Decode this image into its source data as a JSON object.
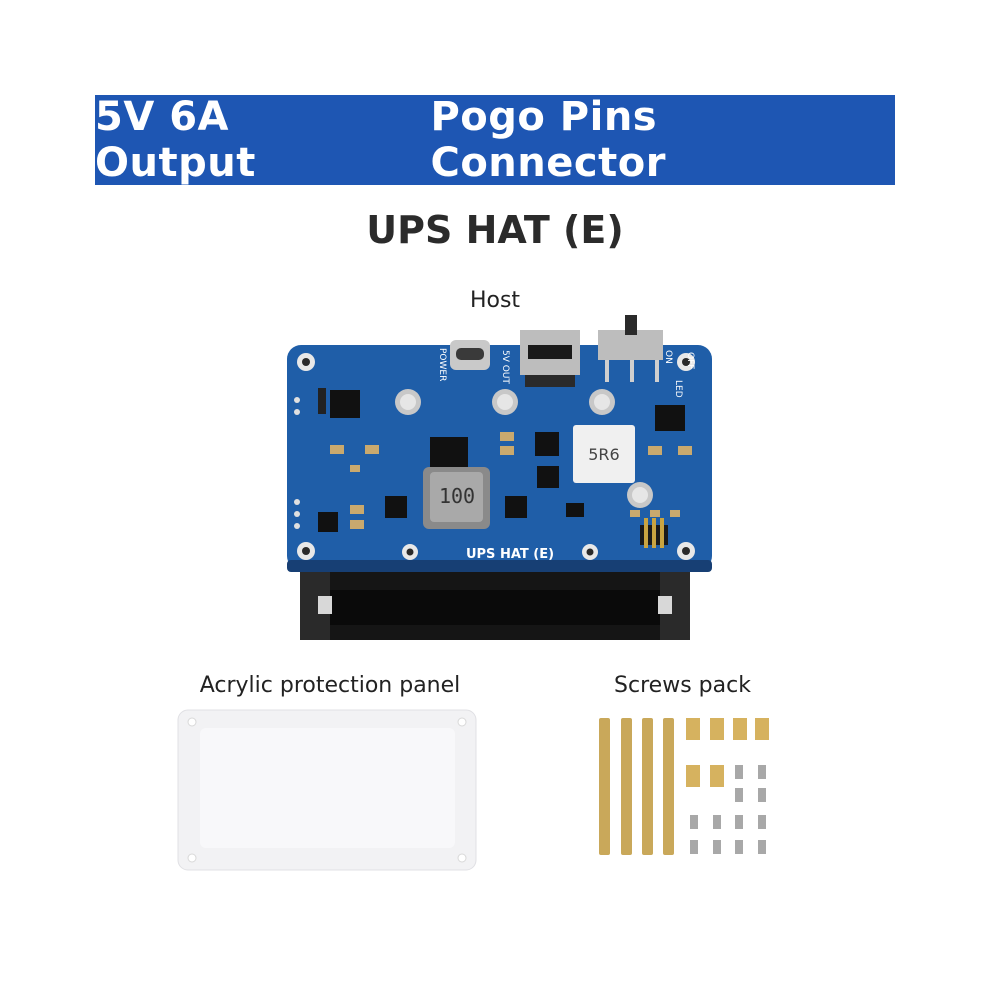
{
  "banner": {
    "part1": "5V 6A Output",
    "part2": "Pogo Pins Connector",
    "color": "#1e56b3"
  },
  "product": {
    "title": "UPS HAT (E)"
  },
  "board": {
    "host_label": "Host",
    "silkscreen_name": "UPS HAT (E)",
    "silk_power": "POWER",
    "silk_5v_out": "5V OUT",
    "silk_on": "ON",
    "silk_off": "OFF",
    "silk_led": "LED",
    "inductor_large": "100",
    "inductor_small": "5R6",
    "pcb_color": "#1f5ea8"
  },
  "accessories": {
    "acrylic_label": "Acrylic protection panel",
    "screws_label": "Screws pack"
  }
}
